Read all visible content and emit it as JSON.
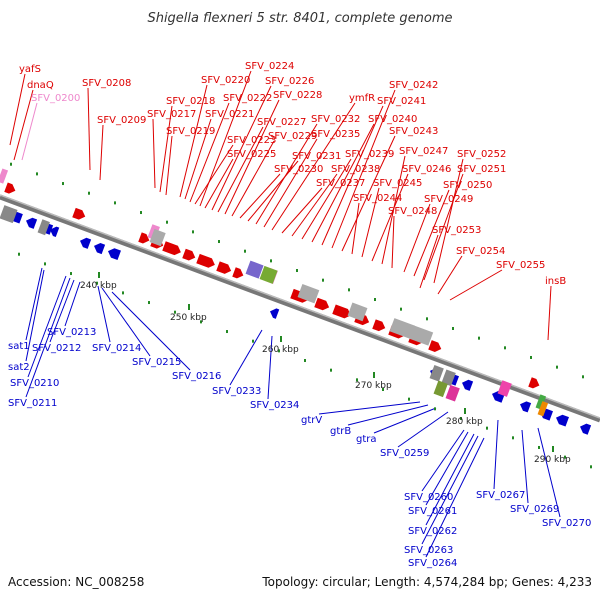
{
  "title": "Shigella flexneri 5 str. 8401, complete genome",
  "footer": {
    "accession": "Accession: NC_008258",
    "topology": "Topology: circular; Length: 4,574,284 bp; Genes: 4,233"
  },
  "colors": {
    "forward": "#dd0000",
    "reverse": "#0000cc",
    "pseudo": "#ee88cc",
    "backbone": "#777777",
    "tick": "#228822"
  },
  "ticks": [
    "240 kbp",
    "250 kbp",
    "260 kbp",
    "270 kbp",
    "280 kbp",
    "290 kbp"
  ],
  "forward_labels": [
    "yafS",
    "dnaQ",
    "SFV_0200",
    "SFV_0208",
    "SFV_0209",
    "SFV_0217",
    "SFV_0218",
    "SFV_0219",
    "SFV_0220",
    "SFV_0221",
    "SFV_0222",
    "SFV_0223",
    "SFV_0224",
    "SFV_0225",
    "SFV_0226",
    "SFV_0227",
    "SFV_0228",
    "SFV_0229",
    "SFV_0230",
    "SFV_0231",
    "SFV_0232",
    "SFV_0235",
    "ymfR",
    "SFV_0237",
    "SFV_0238",
    "SFV_0239",
    "SFV_0240",
    "SFV_0241",
    "SFV_0242",
    "SFV_0243",
    "SFV_0244",
    "SFV_0245",
    "SFV_0246",
    "SFV_0247",
    "SFV_0248",
    "SFV_0249",
    "SFV_0250",
    "SFV_0251",
    "SFV_0252",
    "SFV_0253",
    "SFV_0254",
    "SFV_0255",
    "insB"
  ],
  "reverse_labels": [
    "sat1",
    "sat2",
    "SFV_0210",
    "SFV_0211",
    "SFV_0212",
    "SFV_0213",
    "SFV_0214",
    "SFV_0215",
    "SFV_0216",
    "SFV_0233",
    "SFV_0234",
    "gtrV",
    "gtrB",
    "gtra",
    "SFV_0259",
    "SFV_0260",
    "SFV_0261",
    "SFV_0262",
    "SFV_0263",
    "SFV_0264",
    "SFV_0267",
    "SFV_0269",
    "SFV_0270"
  ]
}
